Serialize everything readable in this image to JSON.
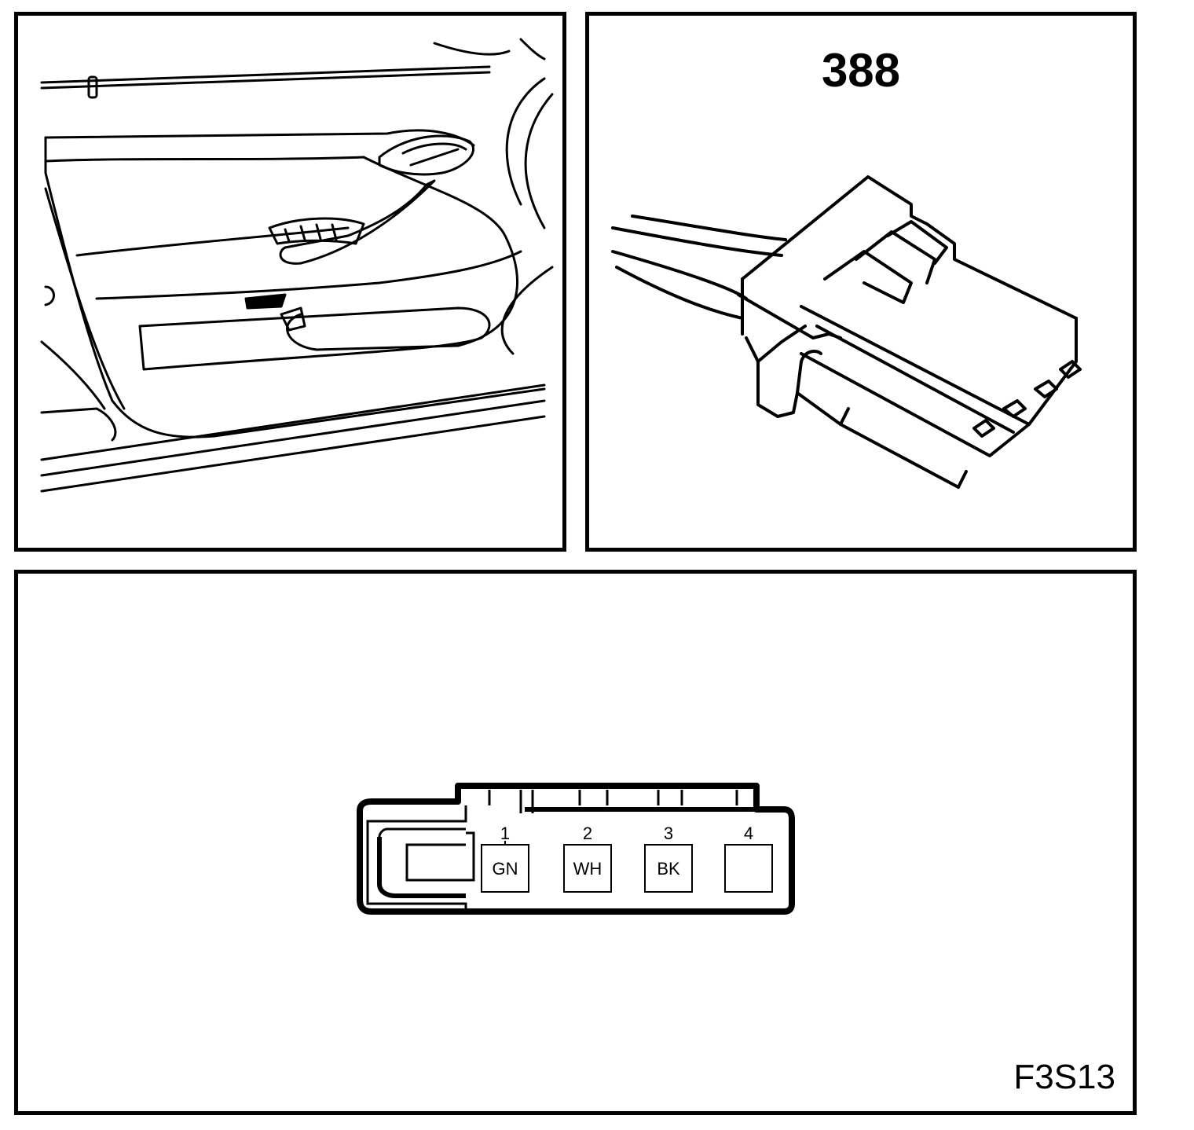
{
  "connector_number": "388",
  "figure_code": "F3S13",
  "pins": [
    {
      "number": "1",
      "color": "GN"
    },
    {
      "number": "2",
      "color": "WH"
    },
    {
      "number": "3",
      "color": "BK"
    },
    {
      "number": "4",
      "color": ""
    }
  ]
}
